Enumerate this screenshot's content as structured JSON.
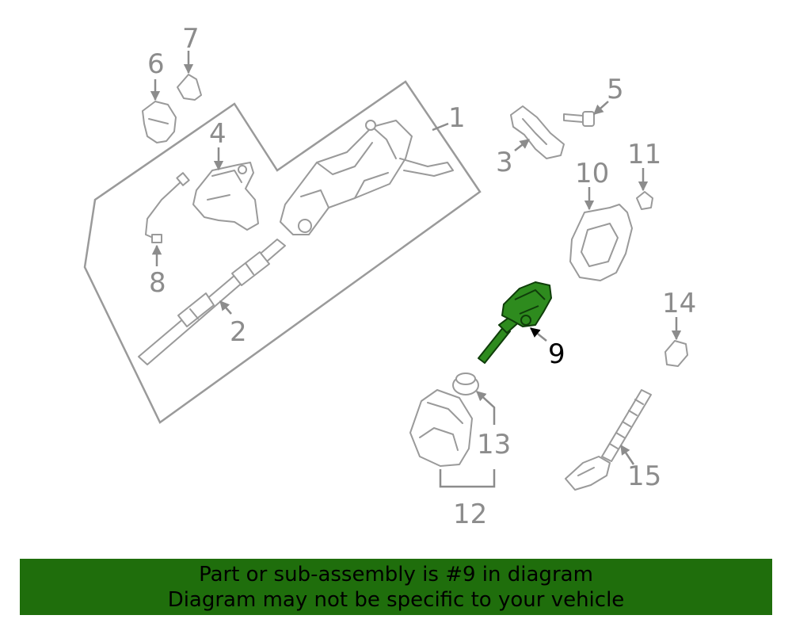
{
  "callouts": {
    "c1": "1",
    "c2": "2",
    "c3": "3",
    "c4": "4",
    "c5": "5",
    "c6": "6",
    "c7": "7",
    "c8": "8",
    "c9": "9",
    "c10": "10",
    "c11": "11",
    "c12": "12",
    "c13": "13",
    "c14": "14",
    "c15": "15"
  },
  "highlighted_part": "9",
  "banner": {
    "line1": "Part or sub-assembly is #9 in diagram",
    "line2": "Diagram may not be specific to your vehicle"
  },
  "colors": {
    "highlight": "#2e8b1e",
    "banner_background": "#1f6e0c",
    "line_art": "#9a9a9a",
    "callout_text": "#8c8c8c"
  }
}
